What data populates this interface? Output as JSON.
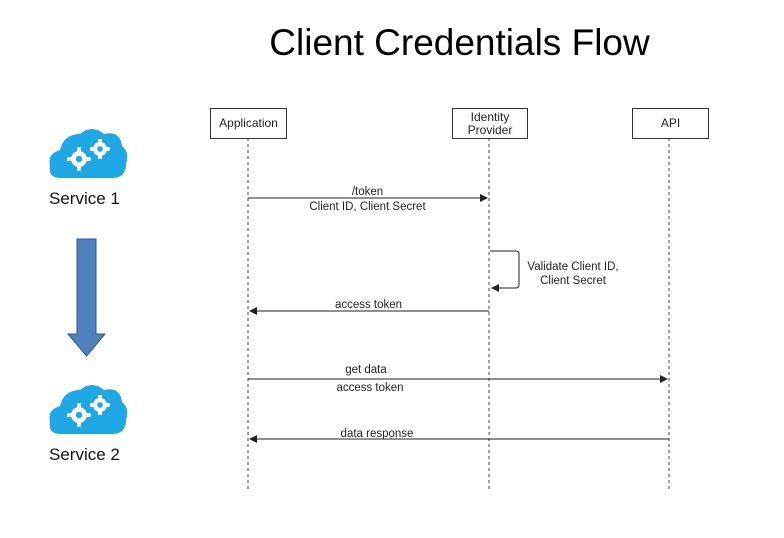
{
  "diagram": {
    "title": "Client Credentials Flow",
    "participants": [
      {
        "id": "application",
        "label": "Application"
      },
      {
        "id": "identity_provider",
        "label_line1": "Identity",
        "label_line2": "Provider"
      },
      {
        "id": "api",
        "label": "API"
      }
    ],
    "services": [
      {
        "id": "service1",
        "label": "Service 1",
        "icon": "cloud-gears-icon"
      },
      {
        "id": "service2",
        "label": "Service 2",
        "icon": "cloud-gears-icon"
      }
    ],
    "messages": [
      {
        "from": "application",
        "to": "identity_provider",
        "line1": "/token",
        "line2": "Client ID, Client Secret"
      },
      {
        "from": "identity_provider",
        "to": "identity_provider",
        "line1": "Validate Client ID,",
        "line2": "Client Secret"
      },
      {
        "from": "identity_provider",
        "to": "application",
        "line1": "access token"
      },
      {
        "from": "application",
        "to": "api",
        "line1": "get data",
        "line2": "access token"
      },
      {
        "from": "api",
        "to": "application",
        "line1": "data response"
      }
    ],
    "colors": {
      "cloud": "#1ea7e4",
      "arrow": "#4f81bd",
      "arrow_border": "#2f5597",
      "line": "#222222"
    }
  }
}
